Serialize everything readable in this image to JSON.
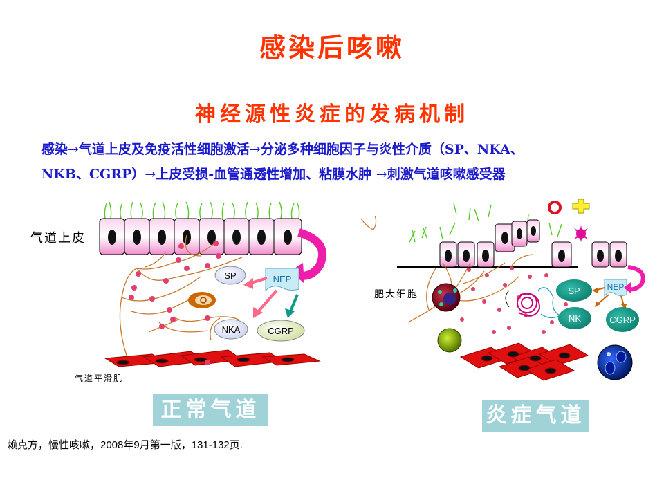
{
  "title": "感染后咳嗽",
  "subtitle": "神经源性炎症的发病机制",
  "description": {
    "line1": "感染→气道上皮及免疫活性细胞激活→分泌多种细胞因子与炎性介质（SP、NKA、",
    "line2": "NKB、CGRP）→上皮受损-血管通透性增加、粘膜水肿 →刺激气道咳嗽感受器"
  },
  "normal_airway": {
    "epithelium_label": "气道上皮",
    "smooth_muscle_label": "气道平滑肌",
    "mediators": [
      "SP",
      "NEP",
      "NKA",
      "CGRP"
    ],
    "tag": "正常气道"
  },
  "inflamed_airway": {
    "mast_cell_label": "肥大细胞",
    "mediators": [
      "SP",
      "NEP",
      "NK",
      "CGRP"
    ],
    "tag": "炎症气道"
  },
  "reference": "赖克方，慢性咳嗽，2008年9月第一版，131-132页.",
  "colors": {
    "title": "#ff3300",
    "description": "#1a1acc",
    "tag_bg": "#9fd3d8",
    "cell": "#f2a8d8",
    "nerve": "#c8782c",
    "dot": "#e0406a",
    "muscle": "#e01010"
  }
}
